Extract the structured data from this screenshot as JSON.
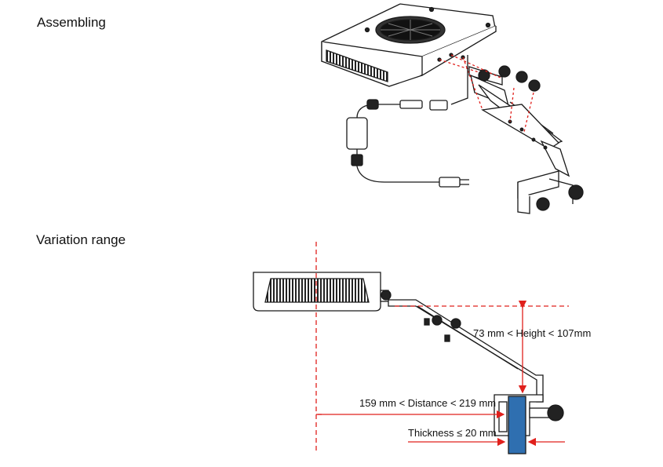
{
  "sections": {
    "assembling": {
      "title": "Assembling"
    },
    "variation": {
      "title": "Variation range"
    }
  },
  "dimensions": {
    "height_range": "73 mm < Height < 107mm",
    "distance_range": "159 mm < Distance < 219 mm",
    "thickness": "Thickness ≤ 20 mm"
  },
  "colors": {
    "line": "#1a1a1a",
    "dimension_red": "#e0201c",
    "glass_blue": "#2f6fb0"
  }
}
